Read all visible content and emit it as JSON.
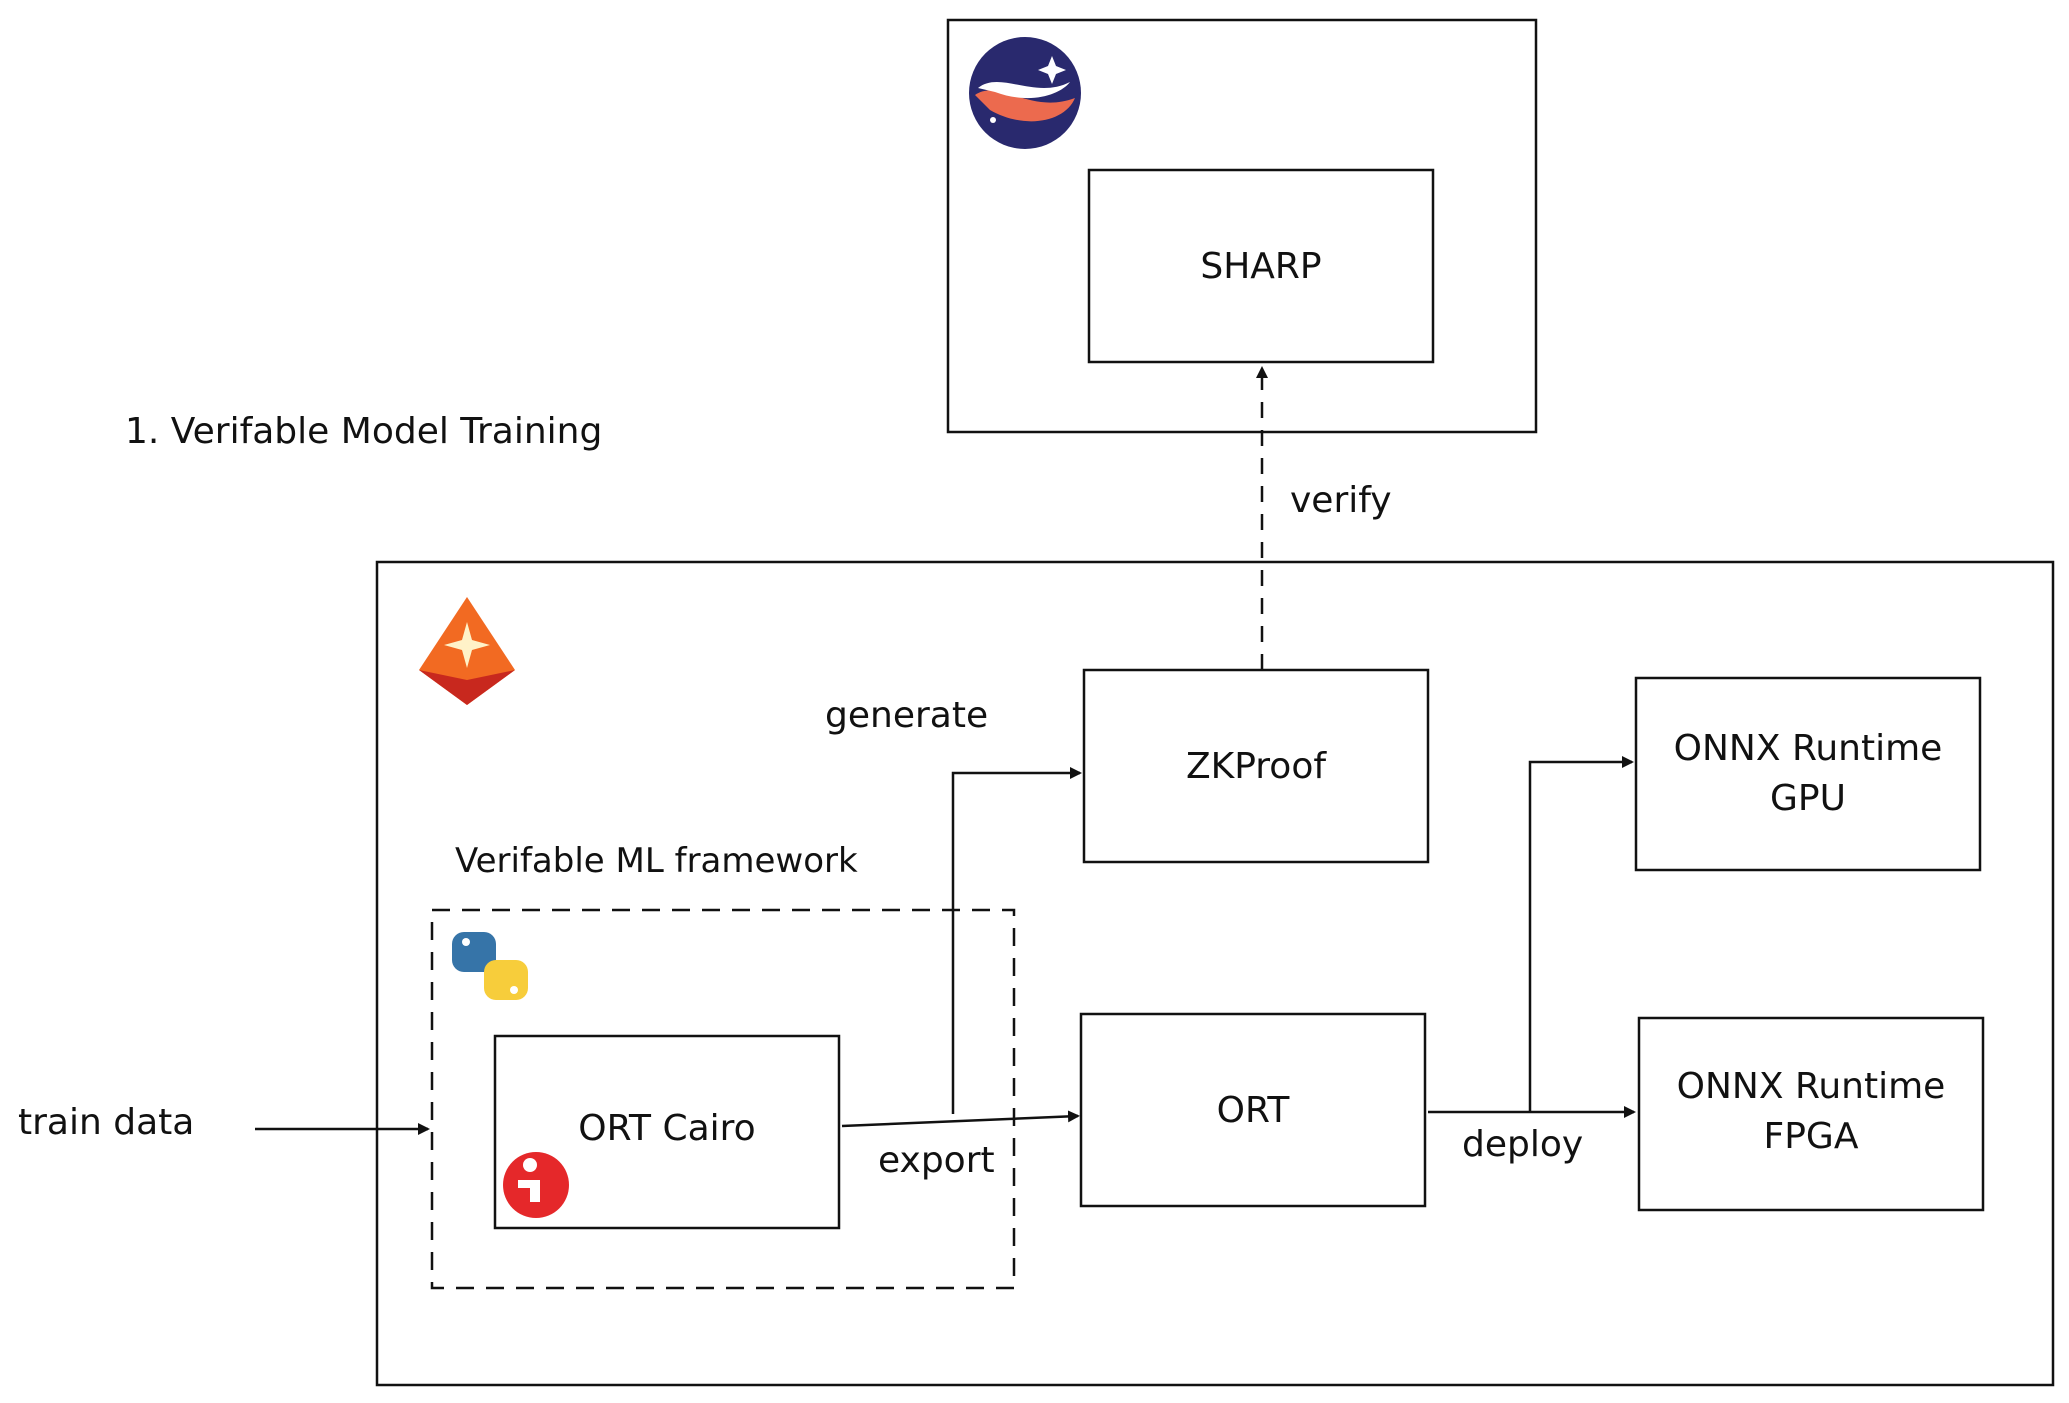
{
  "title": "1. Verifable Model Training",
  "starknet_container": {
    "logo_icon": "starknet-logo-icon",
    "box_label": "SHARP"
  },
  "giza_container": {
    "logo_icon": "giza-logo-icon",
    "framework_label": "Verifable ML framework",
    "python_icon": "python-logo-icon",
    "onnx_cairo_icon": "ort-cairo-logo-icon",
    "boxes": {
      "ort_cairo": "ORT Cairo",
      "zkproof": "ZKProof",
      "ort": "ORT",
      "onnx_gpu_line1": "ONNX Runtime",
      "onnx_gpu_line2": "GPU",
      "onnx_fpga_line1": "ONNX Runtime",
      "onnx_fpga_line2": "FPGA"
    }
  },
  "edges": {
    "train_data": "train data",
    "generate": "generate",
    "export": "export",
    "verify": "verify",
    "deploy": "deploy"
  },
  "colors": {
    "stroke": "#111111",
    "starknet_navy": "#29296e",
    "starknet_orange": "#ec6a4e",
    "giza_orange": "#f26a22",
    "python_blue": "#3674a8",
    "python_yellow": "#f7cd3b",
    "cairo_red": "#e5282a"
  }
}
